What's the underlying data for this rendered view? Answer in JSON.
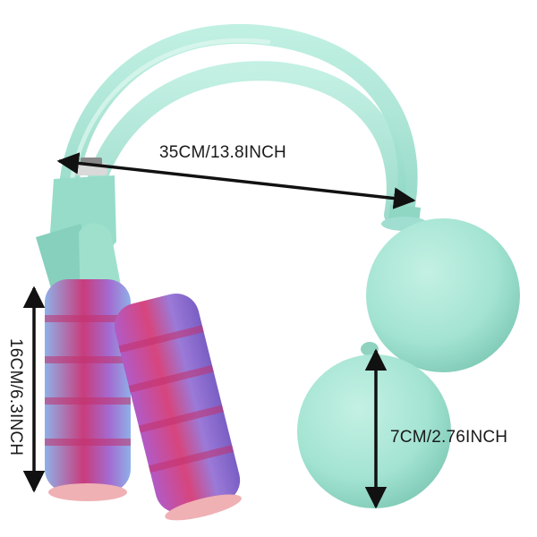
{
  "dimensions": {
    "width_label": "35CM/13.8INCH",
    "handle_label": "16CM/6.3INCH",
    "ball_label": "7CM/2.76INCH"
  },
  "colors": {
    "mint": "#a8e6d6",
    "mint_shadow": "#7fcdb9",
    "foam_purple": "#8d7bd6",
    "foam_pink": "#d33a76",
    "foam_blue": "#8fb0e8",
    "arrow": "#111111"
  }
}
